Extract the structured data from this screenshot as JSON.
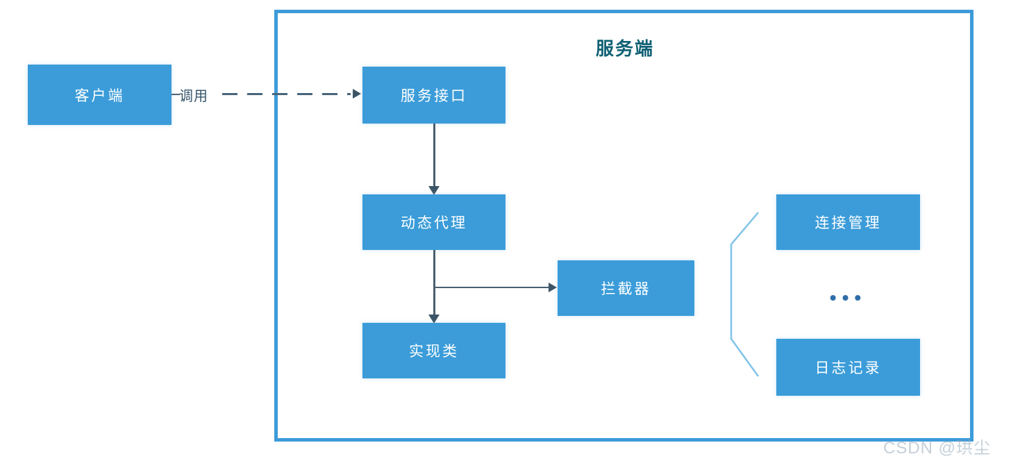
{
  "diagram": {
    "title": "服务端",
    "nodes": {
      "client": "客户端",
      "service_interface": "服务接口",
      "dynamic_proxy": "动态代理",
      "implementation": "实现类",
      "interceptor": "拦截器",
      "connection_management": "连接管理",
      "log_record": "日志记录"
    },
    "edges": {
      "call_label": "调用"
    },
    "ellipsis": "•••",
    "watermark": "CSDN @珙尘",
    "colors": {
      "node_fill": "#3b9cd9",
      "frame_border": "#3d9bd9",
      "title_text": "#0f6073",
      "connector": "#4a5f6e",
      "node_text": "#ffffff",
      "brace": "#7fc3e8"
    }
  }
}
